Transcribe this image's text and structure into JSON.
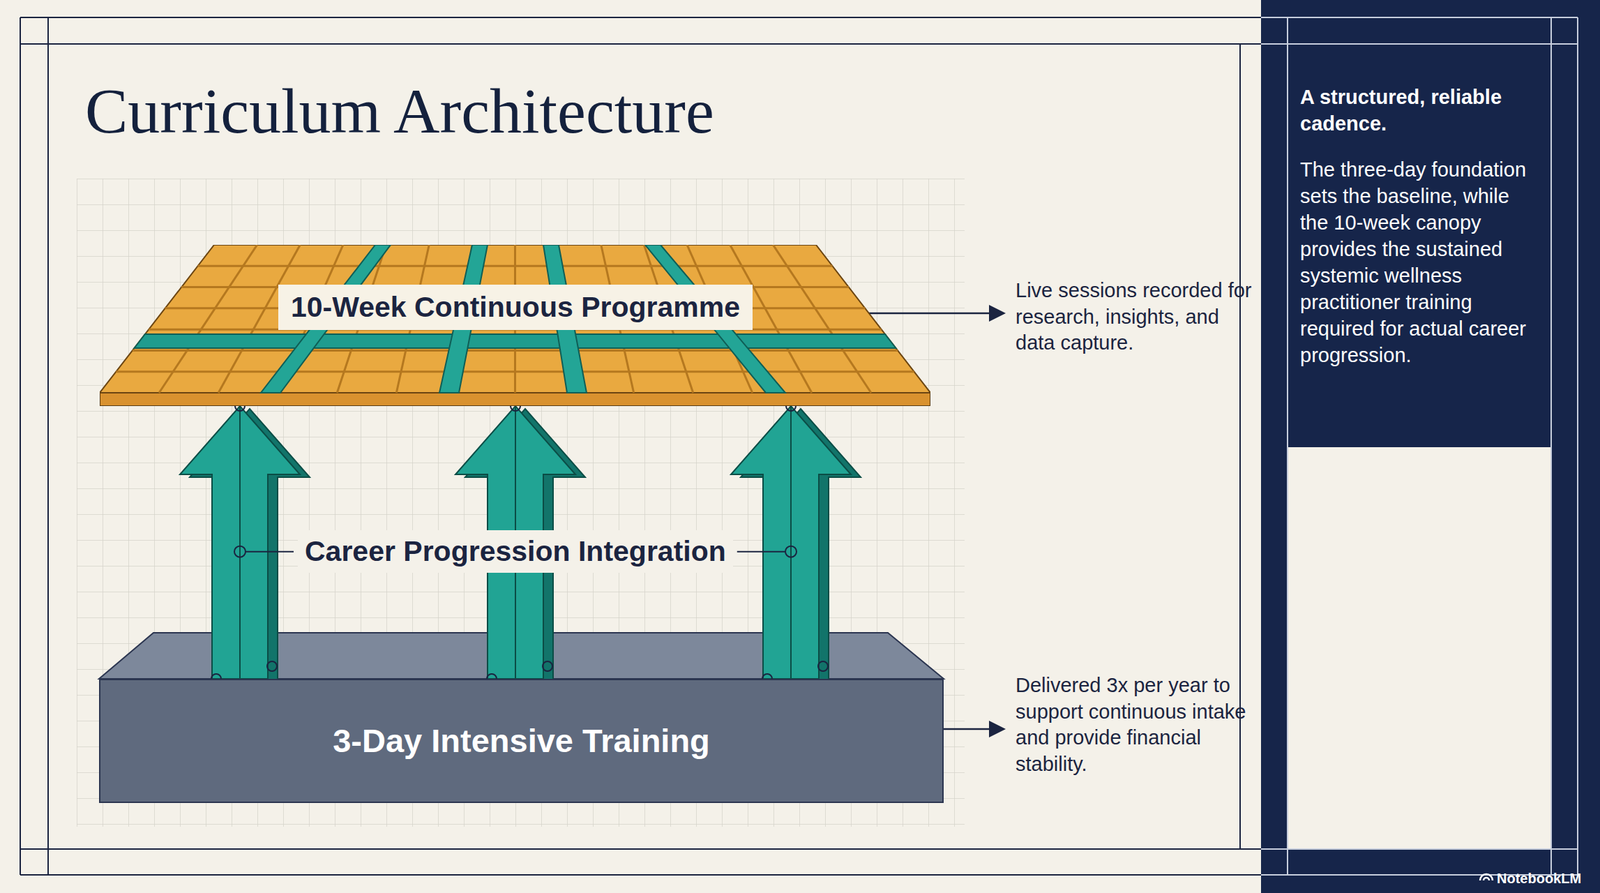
{
  "diagram": {
    "title": "Curriculum Architecture",
    "nodes": [
      {
        "text": [
          "10-Week Continuous Programme"
        ]
      },
      {
        "text": [
          "3-Day Intensive Training"
        ]
      },
      {
        "text": [
          "A structured, reliable cadence.",
          "The three-day foundation sets the baseline, while the 10-week canopy provides the sustained systemic wellness practitioner training required for actual career progression."
        ]
      }
    ],
    "edges": [
      {
        "from": 1,
        "to": 0,
        "arrow": "to"
      },
      {
        "from": 1,
        "to": 0,
        "arrow": "to"
      },
      {
        "from": 1,
        "to": 0,
        "arrow": "to"
      }
    ],
    "labels": [
      "Career Progression Integration",
      "Live sessions recorded for research, insights, and data capture.",
      "Delivered 3x per year to support continuous intake and provide financial stability.",
      "NotebookLM"
    ]
  }
}
